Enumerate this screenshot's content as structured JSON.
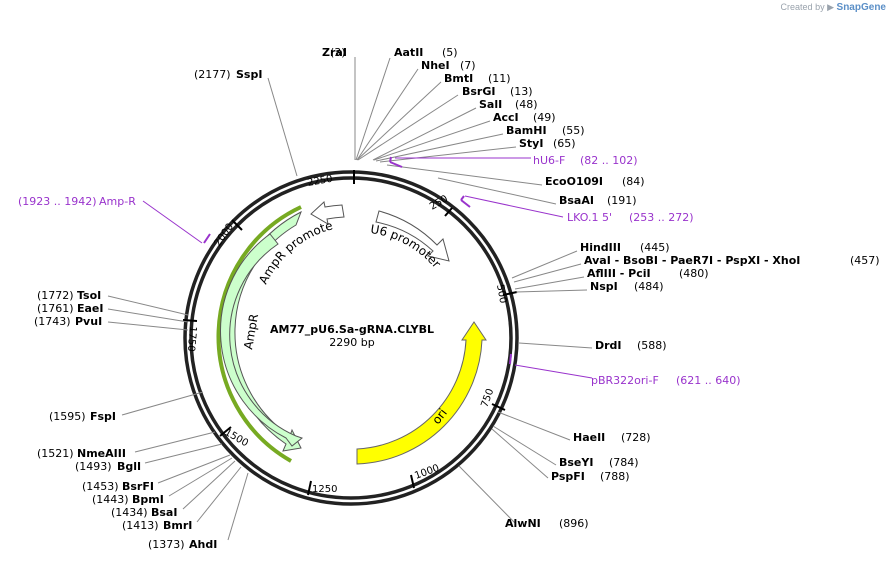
{
  "watermark": {
    "prefix": "Created by",
    "brand": "SnapGene"
  },
  "plasmid": {
    "name": "AM77_pU6.Sa-gRNA.CLYBL",
    "length_label": "2290 bp",
    "length": 2290
  },
  "colors": {
    "ampr_fill": "#ccffcc",
    "ampr_outline_hl": "#77aa22",
    "ori_fill": "#ffff00",
    "promoter_fill": "#ffffff",
    "primer": "#9933cc",
    "backbone": "#222222"
  },
  "ticks": [
    "250",
    "500",
    "750",
    "1000",
    "1250",
    "1500",
    "1750",
    "2000",
    "2250"
  ],
  "features": [
    {
      "id": "amp-r",
      "label": "AmpR"
    },
    {
      "id": "ampr-promoter",
      "label": "AmpR promoter"
    },
    {
      "id": "u6-promoter",
      "label": "U6 promoter"
    },
    {
      "id": "ori",
      "label": "ori"
    }
  ],
  "sites": [
    {
      "name": "ZraI",
      "pos": "(3)"
    },
    {
      "name": "AatII",
      "pos": "(5)"
    },
    {
      "name": "NheI",
      "pos": "(7)"
    },
    {
      "name": "BmtI",
      "pos": "(11)"
    },
    {
      "name": "BsrGI",
      "pos": "(13)"
    },
    {
      "name": "SalI",
      "pos": "(48)"
    },
    {
      "name": "AccI",
      "pos": "(49)"
    },
    {
      "name": "BamHI",
      "pos": "(55)"
    },
    {
      "name": "StyI",
      "pos": "(65)"
    },
    {
      "name": "EcoO109I",
      "pos": "(84)"
    },
    {
      "name": "BsaAI",
      "pos": "(191)"
    },
    {
      "name": "HindIII",
      "pos": "(445)"
    },
    {
      "name": "AvaI - BsoBI - PaeR7I - PspXI - XhoI",
      "pos": "(457)"
    },
    {
      "name": "AflIII - PciI",
      "pos": "(480)"
    },
    {
      "name": "NspI",
      "pos": "(484)"
    },
    {
      "name": "DrdI",
      "pos": "(588)"
    },
    {
      "name": "HaeII",
      "pos": "(728)"
    },
    {
      "name": "BseYI",
      "pos": "(784)"
    },
    {
      "name": "PspFI",
      "pos": "(788)"
    },
    {
      "name": "AlwNI",
      "pos": "(896)"
    },
    {
      "name": "AhdI",
      "pos": "(1373)"
    },
    {
      "name": "BmrI",
      "pos": "(1413)"
    },
    {
      "name": "BsaI",
      "pos": "(1434)"
    },
    {
      "name": "BpmI",
      "pos": "(1443)"
    },
    {
      "name": "BsrFI",
      "pos": "(1453)"
    },
    {
      "name": "BglI",
      "pos": "(1493)"
    },
    {
      "name": "NmeAIII",
      "pos": "(1521)"
    },
    {
      "name": "FspI",
      "pos": "(1595)"
    },
    {
      "name": "PvuI",
      "pos": "(1743)"
    },
    {
      "name": "EaeI",
      "pos": "(1761)"
    },
    {
      "name": "TsoI",
      "pos": "(1772)"
    },
    {
      "name": "SspI",
      "pos": "(2177)"
    }
  ],
  "primers": [
    {
      "name": "hU6-F",
      "range": "(82 .. 102)"
    },
    {
      "name": "LKO.1 5'",
      "range": "(253 .. 272)"
    },
    {
      "name": "pBR322ori-F",
      "range": "(621 .. 640)"
    },
    {
      "name": "Amp-R",
      "range": "(1923 .. 1942)"
    }
  ]
}
